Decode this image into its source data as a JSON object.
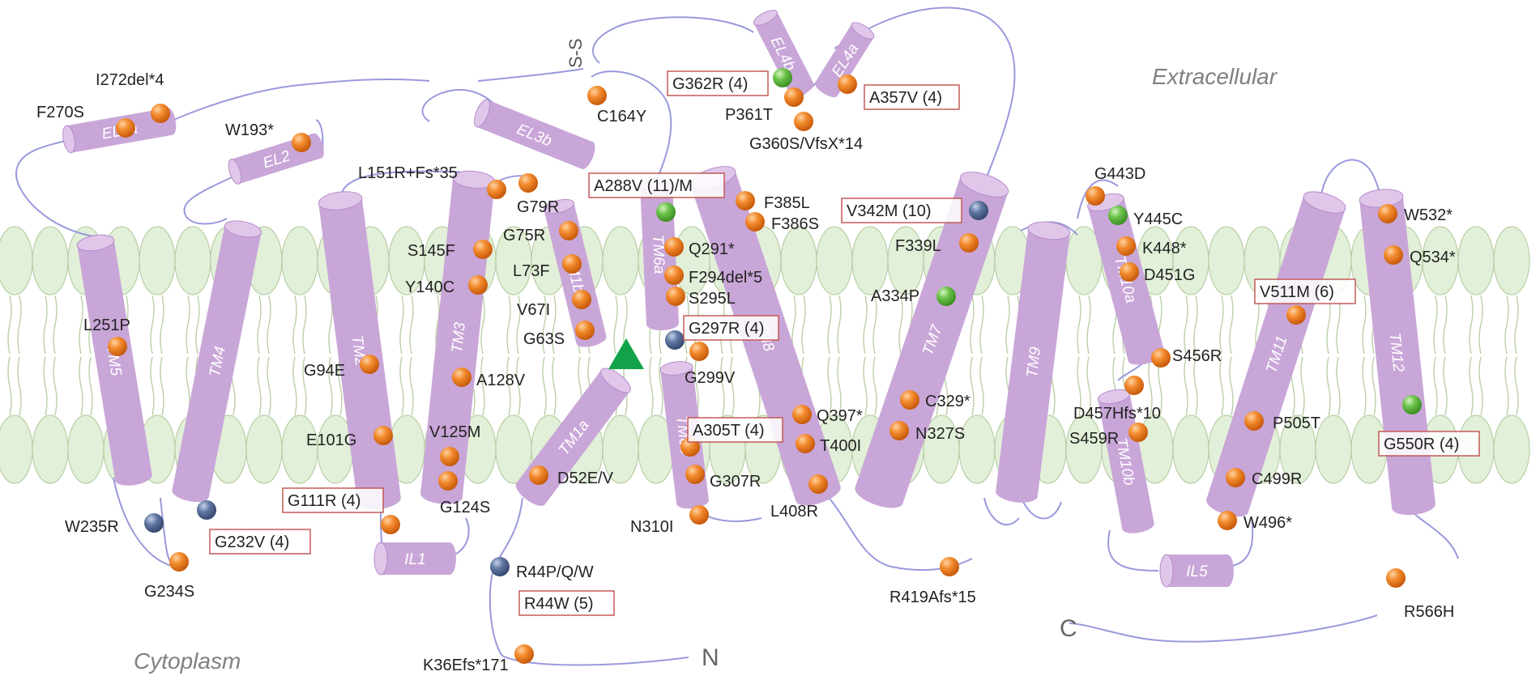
{
  "colors": {
    "membrane_lipid": "#e2f0d9",
    "membrane_lipid_stroke": "#b9cfa6",
    "helix_fill": "#c9a6d8",
    "helix_cap": "#e0c7ea",
    "loop_line": "#9999dd",
    "mutation_orange": "#ee7a1c",
    "mutation_green": "#6cc24a",
    "mutation_blue": "#6077a2",
    "box_border": "#c0504d",
    "substrate_triangle": "#12a34a"
  },
  "regions": {
    "extracellular": "Extracellular",
    "cytoplasm": "Cytoplasm"
  },
  "termini": {
    "n": "N",
    "c": "C"
  },
  "disulfide": "S-S",
  "helices": [
    {
      "id": "el3a",
      "label": "EL3a"
    },
    {
      "id": "el2",
      "label": "EL2"
    },
    {
      "id": "el3b",
      "label": "EL3b"
    },
    {
      "id": "el4b",
      "label": "EL4b"
    },
    {
      "id": "el4a",
      "label": "EL4a"
    },
    {
      "id": "tm5",
      "label": "TM5"
    },
    {
      "id": "tm4",
      "label": "TM4"
    },
    {
      "id": "tm2",
      "label": "TM2"
    },
    {
      "id": "tm3",
      "label": "TM3"
    },
    {
      "id": "tm1b",
      "label": "TM1b"
    },
    {
      "id": "tm1a",
      "label": "TM1a"
    },
    {
      "id": "tm6a",
      "label": "TM6a"
    },
    {
      "id": "tm6b",
      "label": "TM6b"
    },
    {
      "id": "tm8",
      "label": "TM8"
    },
    {
      "id": "tm7",
      "label": "TM7"
    },
    {
      "id": "tm9",
      "label": "TM9"
    },
    {
      "id": "tm10a",
      "label": "TM10a"
    },
    {
      "id": "tm10b",
      "label": "TM10b"
    },
    {
      "id": "tm11",
      "label": "TM11"
    },
    {
      "id": "tm12",
      "label": "TM12"
    },
    {
      "id": "il1",
      "label": "IL1"
    },
    {
      "id": "il5",
      "label": "IL5"
    }
  ],
  "mutations": [
    {
      "id": "i272del",
      "label": "I272del*4",
      "type": "orange",
      "boxed": false
    },
    {
      "id": "f270s",
      "label": "F270S",
      "type": "orange",
      "boxed": false
    },
    {
      "id": "w193",
      "label": "W193*",
      "type": "orange",
      "boxed": false
    },
    {
      "id": "c164y",
      "label": "C164Y",
      "type": "orange",
      "boxed": false
    },
    {
      "id": "l151r",
      "label": "L151R+Fs*35",
      "type": "orange",
      "boxed": false
    },
    {
      "id": "g79r",
      "label": "G79R",
      "type": "orange",
      "boxed": false
    },
    {
      "id": "g75r",
      "label": "G75R",
      "type": "orange",
      "boxed": false
    },
    {
      "id": "s145f",
      "label": "S145F",
      "type": "orange",
      "boxed": false
    },
    {
      "id": "l73f",
      "label": "L73F",
      "type": "orange",
      "boxed": false
    },
    {
      "id": "y140c",
      "label": "Y140C",
      "type": "orange",
      "boxed": false
    },
    {
      "id": "v67i",
      "label": "V67I",
      "type": "orange",
      "boxed": false
    },
    {
      "id": "g63s",
      "label": "G63S",
      "type": "orange",
      "boxed": false
    },
    {
      "id": "l251p",
      "label": "L251P",
      "type": "orange",
      "boxed": false
    },
    {
      "id": "g94e",
      "label": "G94E",
      "type": "orange",
      "boxed": false
    },
    {
      "id": "a128v",
      "label": "A128V",
      "type": "orange",
      "boxed": false
    },
    {
      "id": "e101g",
      "label": "E101G",
      "type": "orange",
      "boxed": false
    },
    {
      "id": "v125m",
      "label": "V125M",
      "type": "orange",
      "boxed": false
    },
    {
      "id": "g124s",
      "label": "G124S",
      "type": "orange",
      "boxed": false
    },
    {
      "id": "g111r",
      "label": "G111R (4)",
      "type": "orange",
      "boxed": true
    },
    {
      "id": "w235r",
      "label": "W235R",
      "type": "blue",
      "boxed": false
    },
    {
      "id": "g232v",
      "label": "G232V (4)",
      "type": "blue",
      "boxed": true
    },
    {
      "id": "g234s",
      "label": "G234S",
      "type": "orange",
      "boxed": false
    },
    {
      "id": "d52e",
      "label": "D52E/V",
      "type": "orange",
      "boxed": false
    },
    {
      "id": "r44p",
      "label": "R44P/Q/W",
      "type": "blue",
      "boxed": false
    },
    {
      "id": "r44w",
      "label": "R44W (5)",
      "type": "none",
      "boxed": true
    },
    {
      "id": "k36efs",
      "label": "K36Efs*171",
      "type": "orange",
      "boxed": false
    },
    {
      "id": "g362r",
      "label": "G362R (4)",
      "type": "green",
      "boxed": true
    },
    {
      "id": "p361t",
      "label": "P361T",
      "type": "orange",
      "boxed": false
    },
    {
      "id": "a357v",
      "label": "A357V (4)",
      "type": "orange",
      "boxed": true
    },
    {
      "id": "g360s",
      "label": "G360S/VfsX*14",
      "type": "orange",
      "boxed": false
    },
    {
      "id": "a288v",
      "label": "A288V (11)/M",
      "type": "green",
      "boxed": true
    },
    {
      "id": "q291",
      "label": "Q291*",
      "type": "orange",
      "boxed": false
    },
    {
      "id": "f294del",
      "label": "F294del*5",
      "type": "orange",
      "boxed": false
    },
    {
      "id": "s295l",
      "label": "S295L",
      "type": "orange",
      "boxed": false
    },
    {
      "id": "g297r",
      "label": "G297R (4)",
      "type": "blue",
      "boxed": true
    },
    {
      "id": "g299v",
      "label": "G299V",
      "type": "orange",
      "boxed": false
    },
    {
      "id": "f385l",
      "label": "F385L",
      "type": "orange",
      "boxed": false
    },
    {
      "id": "f386s",
      "label": "F386S",
      "type": "orange",
      "boxed": false
    },
    {
      "id": "a305t",
      "label": "A305T (4)",
      "type": "orange",
      "boxed": true
    },
    {
      "id": "g307r",
      "label": "G307R",
      "type": "orange",
      "boxed": false
    },
    {
      "id": "n310i",
      "label": "N310I",
      "type": "orange",
      "boxed": false
    },
    {
      "id": "q397",
      "label": "Q397*",
      "type": "orange",
      "boxed": false
    },
    {
      "id": "t400i",
      "label": "T400I",
      "type": "orange",
      "boxed": false
    },
    {
      "id": "l408r",
      "label": "L408R",
      "type": "orange",
      "boxed": false
    },
    {
      "id": "v342m",
      "label": "V342M (10)",
      "type": "blue",
      "boxed": true
    },
    {
      "id": "f339l",
      "label": "F339L",
      "type": "orange",
      "boxed": false
    },
    {
      "id": "a334p",
      "label": "A334P",
      "type": "green",
      "boxed": false
    },
    {
      "id": "c329",
      "label": "C329*",
      "type": "orange",
      "boxed": false
    },
    {
      "id": "n327s",
      "label": "N327S",
      "type": "orange",
      "boxed": false
    },
    {
      "id": "r419afs",
      "label": "R419Afs*15",
      "type": "orange",
      "boxed": false
    },
    {
      "id": "g443d",
      "label": "G443D",
      "type": "orange",
      "boxed": false
    },
    {
      "id": "y445c",
      "label": "Y445C",
      "type": "green",
      "boxed": false
    },
    {
      "id": "k448",
      "label": "K448*",
      "type": "orange",
      "boxed": false
    },
    {
      "id": "d451g",
      "label": "D451G",
      "type": "orange",
      "boxed": false
    },
    {
      "id": "s456r",
      "label": "S456R",
      "type": "orange",
      "boxed": false
    },
    {
      "id": "d457hfs",
      "label": "D457Hfs*10",
      "type": "orange",
      "boxed": false
    },
    {
      "id": "s459r",
      "label": "S459R",
      "type": "orange",
      "boxed": false
    },
    {
      "id": "v511m",
      "label": "V511M (6)",
      "type": "orange",
      "boxed": true
    },
    {
      "id": "p505t",
      "label": "P505T",
      "type": "orange",
      "boxed": false
    },
    {
      "id": "c499r",
      "label": "C499R",
      "type": "orange",
      "boxed": false
    },
    {
      "id": "w496",
      "label": "W496*",
      "type": "orange",
      "boxed": false
    },
    {
      "id": "w532",
      "label": "W532*",
      "type": "orange",
      "boxed": false
    },
    {
      "id": "q534",
      "label": "Q534*",
      "type": "orange",
      "boxed": false
    },
    {
      "id": "g550r",
      "label": "G550R (4)",
      "type": "green",
      "boxed": true
    },
    {
      "id": "r566h",
      "label": "R566H",
      "type": "orange",
      "boxed": false
    }
  ]
}
